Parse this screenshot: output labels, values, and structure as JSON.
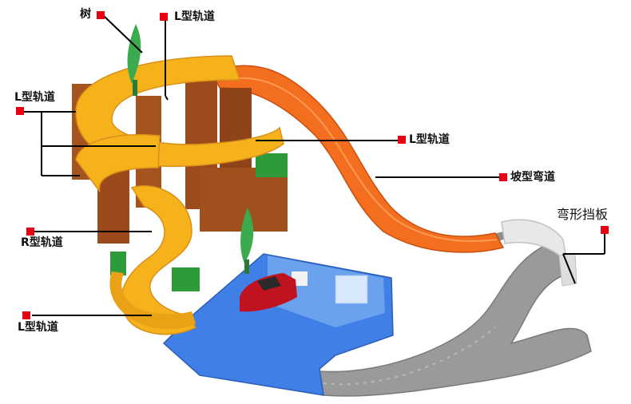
{
  "colors": {
    "marker": "#e60012",
    "leader": "#000000",
    "yellow_track": "#f5b21a",
    "yellow_edge": "#d9901a",
    "orange_track": "#f36f1f",
    "gray_track": "#9a9a9a",
    "blue_base": "#3f7fe6",
    "brown_pillar": "#a5531f",
    "green_block": "#2f9a3a",
    "tree": "#3cab4f",
    "car": "#c0131f"
  },
  "labels": {
    "tree": "树",
    "l_top": "L型轨道",
    "l_left": "L型轨道",
    "l_middle": "L型轨道",
    "slope": "坡型弯道",
    "barrier": "弯形挡板",
    "r_track": "R型轨道",
    "l_bottom": "L型轨道"
  }
}
